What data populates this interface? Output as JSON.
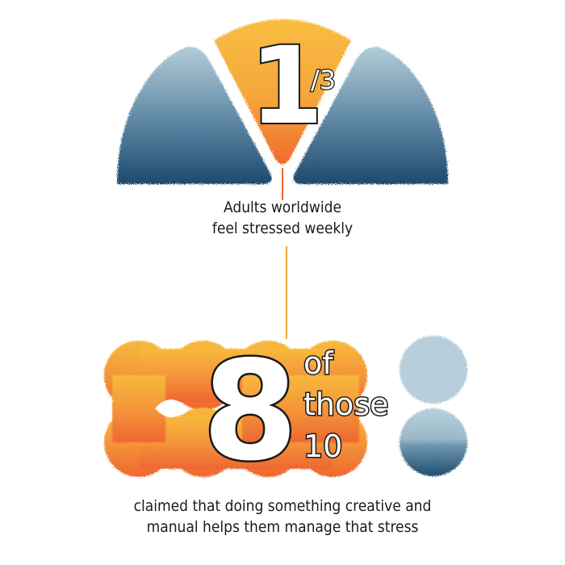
{
  "stat_one": {
    "numerator": "1",
    "denominator": "/3",
    "caption_line1": "Adults worldwide",
    "caption_line2": "feel stressed weekly"
  },
  "stat_two": {
    "number": "8",
    "word1": "of",
    "word2": "those",
    "word3": "10",
    "caption_line1": "claimed that doing something creative and",
    "caption_line2": "manual helps them manage that stress"
  },
  "colors": {
    "blue_light": "#aec8d6",
    "blue_dark": "#1f4f72",
    "orange_light": "#f9b43a",
    "orange_dark": "#ee6a2f",
    "connector": "#f3a93a",
    "text": "#1a1a1a"
  }
}
